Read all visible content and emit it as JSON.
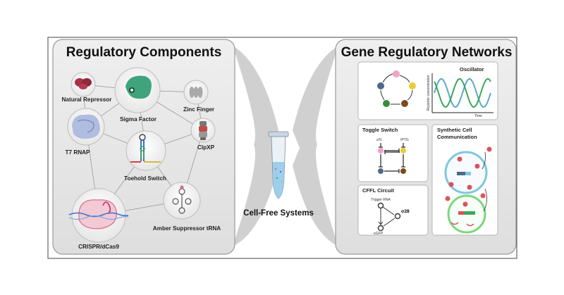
{
  "left_panel": {
    "title": "Regulatory Components",
    "components": [
      {
        "key": "natural_repressor",
        "label": "Natural Repressor"
      },
      {
        "key": "sigma_factor",
        "label": "Sigma Factor"
      },
      {
        "key": "zinc_finger",
        "label": "Zinc Finger"
      },
      {
        "key": "t7_rnap",
        "label": "T7 RNAP"
      },
      {
        "key": "clpxp",
        "label": "ClpXP"
      },
      {
        "key": "toehold_switch",
        "label": "Toehold Switch"
      },
      {
        "key": "crispr",
        "label": "CRISPR/dCas9"
      },
      {
        "key": "amber",
        "label": "Amber Suppressor tRNA"
      }
    ]
  },
  "center": {
    "label": "Cell-Free Systems"
  },
  "right_panel": {
    "title": "Gene Regulatory Networks",
    "oscillator": {
      "title": "Oscillator",
      "ylabel": "Reporter concentration",
      "xlabel": "Time"
    },
    "toggle": {
      "title": "Toggle Switch",
      "input_a": "aTc",
      "input_b": "IPTG"
    },
    "cffl": {
      "title": "CFFL Circuit",
      "trigger": "Trigger RNA",
      "sigma": "σ28",
      "reporter": "eGFP"
    },
    "synthetic": {
      "title": "Synthetic Cell Communication"
    }
  },
  "colors": {
    "panel_bg": "#e8e8e8",
    "sigma_green": "#3fa37c",
    "crispr_pink": "#d86a8c",
    "osc_blue": "#5aa9c8",
    "osc_green": "#3aa85a",
    "membrane_blue": "#7fc6e0",
    "membrane_green": "#7dd67d"
  }
}
